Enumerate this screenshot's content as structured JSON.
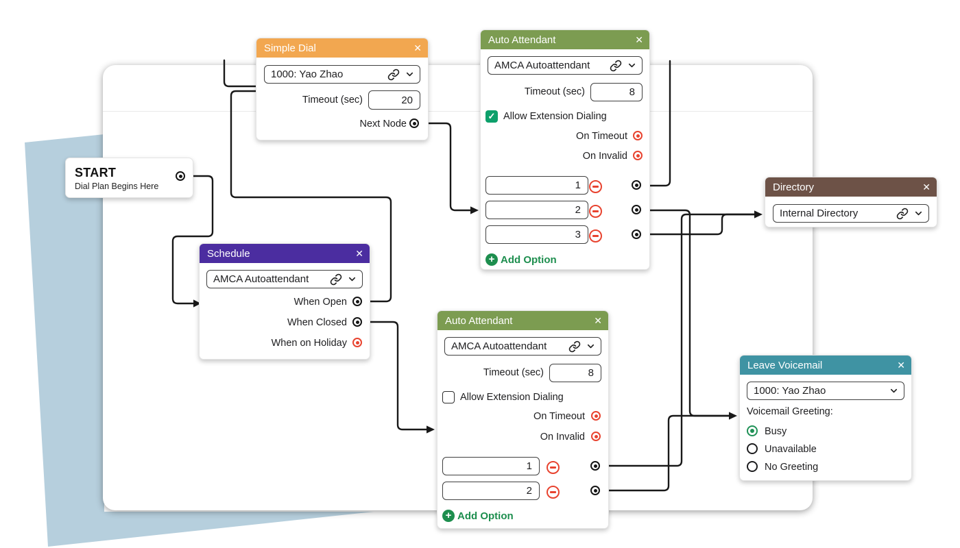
{
  "icons": {
    "close": "✕",
    "plus": "+",
    "check": "✓",
    "link": "link-icon",
    "chevron": "chevron-down-icon"
  },
  "colors": {
    "simple_dial_header": "#f2a750",
    "auto_attendant_header": "#7c9c51",
    "schedule_header": "#4b2da0",
    "directory_header": "#6d5247",
    "leave_voicemail_header": "#3f93a3",
    "wire": "#181818",
    "port_connected": "#141414",
    "port_unconnected": "#e8432f",
    "action_green": "#1d8e4e",
    "backdrop_blue": "#b6cfdd"
  },
  "nodes": {
    "start": {
      "title": "START",
      "subtitle": "Dial Plan Begins Here"
    },
    "simple_dial": {
      "title": "Simple Dial",
      "selected_value": "1000: Yao Zhao",
      "timeout_label": "Timeout (sec)",
      "timeout_value": "20",
      "next_node_label": "Next Node"
    },
    "auto_attendant_top": {
      "title": "Auto Attendant",
      "selected_value": "AMCA Autoattendant",
      "timeout_label": "Timeout (sec)",
      "timeout_value": "8",
      "allow_extension_label": "Allow Extension Dialing",
      "allow_extension_checked": true,
      "on_timeout_label": "On Timeout",
      "on_invalid_label": "On Invalid",
      "options": [
        "1",
        "2",
        "3"
      ],
      "add_option_label": "Add Option"
    },
    "schedule": {
      "title": "Schedule",
      "selected_value": "AMCA Autoattendant",
      "outputs": [
        "When Open",
        "When Closed",
        "When on Holiday"
      ]
    },
    "directory": {
      "title": "Directory",
      "selected_value": "Internal Directory"
    },
    "auto_attendant_bottom": {
      "title": "Auto Attendant",
      "selected_value": "AMCA Autoattendant",
      "timeout_label": "Timeout (sec)",
      "timeout_value": "8",
      "allow_extension_label": "Allow Extension Dialing",
      "allow_extension_checked": false,
      "on_timeout_label": "On Timeout",
      "on_invalid_label": "On Invalid",
      "options": [
        "1",
        "2"
      ],
      "add_option_label": "Add Option"
    },
    "leave_voicemail": {
      "title": "Leave Voicemail",
      "selected_value": "1000: Yao Zhao",
      "greeting_label": "Voicemail Greeting:",
      "greeting_options": [
        {
          "label": "Busy",
          "selected": true
        },
        {
          "label": "Unavailable",
          "selected": false
        },
        {
          "label": "No Greeting",
          "selected": false
        }
      ]
    }
  }
}
